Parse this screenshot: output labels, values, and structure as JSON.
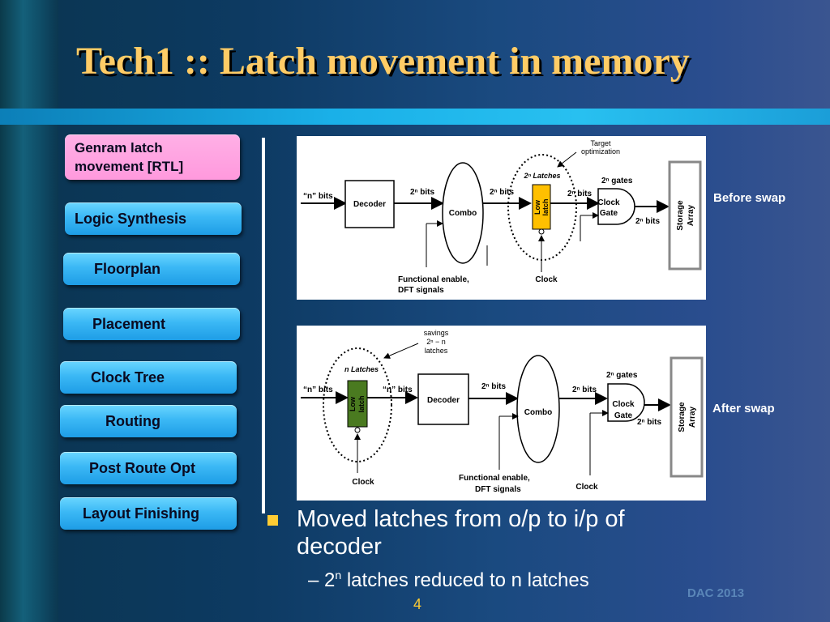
{
  "slide": {
    "title": "Tech1 :: Latch movement in memory",
    "page_number": "4",
    "footer": "DAC 2013"
  },
  "flow_steps": [
    {
      "label": "Genram latch movement [RTL]",
      "active": true
    },
    {
      "label": "Logic Synthesis",
      "active": false
    },
    {
      "label": "Floorplan",
      "active": false
    },
    {
      "label": "Placement",
      "active": false
    },
    {
      "label": "Clock Tree",
      "active": false
    },
    {
      "label": "Routing",
      "active": false
    },
    {
      "label": "Post Route Opt",
      "active": false
    },
    {
      "label": "Layout Finishing",
      "active": false
    }
  ],
  "diagram_before": {
    "side_label": "Before swap",
    "input_label": "“n”  bits",
    "decoder": "Decoder",
    "bits1": "2ⁿ  bits",
    "combo": "Combo",
    "bits2": "2ⁿ  bits",
    "latches": "2ⁿ  Latches",
    "latch_line1": "Low",
    "latch_line2": "latch",
    "bits3": "2ⁿ  bits",
    "gates": "2ⁿ  gates",
    "clock_gate_line1": "Clock",
    "clock_gate_line2": "Gate",
    "bits4": "2ⁿ  bits",
    "storage_line1": "Storage",
    "storage_line2": "Array",
    "target_line1": "Target",
    "target_line2": "optimization",
    "functional_line1": "Functional enable,",
    "functional_line2": "DFT signals",
    "clock": "Clock"
  },
  "diagram_after": {
    "side_label": "After swap",
    "savings_line1": "savings",
    "savings_line2": "2ⁿ − n",
    "savings_line3": "latches",
    "latches": "n  Latches",
    "input_label": "“n”  bits",
    "latch_line1": "Low",
    "latch_line2": "latch",
    "bits_after_latch": "“n”  bits",
    "decoder": "Decoder",
    "bits1": "2ⁿ  bits",
    "combo": "Combo",
    "bits2": "2ⁿ  bits",
    "gates": "2ⁿ  gates",
    "clock_gate_line1": "Clock",
    "clock_gate_line2": "Gate",
    "bits3": "2ⁿ  bits",
    "storage_line1": "Storage",
    "storage_line2": "Array",
    "functional_line1": "Functional enable,",
    "functional_line2": "DFT signals",
    "clock_left": "Clock",
    "clock_right": "Clock"
  },
  "bullets": {
    "main": "Moved latches from o/p to i/p of decoder",
    "sub_prefix": "–  2",
    "sub_sup": "n",
    "sub_suffix": "  latches reduced to n latches"
  },
  "colors": {
    "title": "#ffcc66",
    "active_step": "#ff99dd",
    "step": "#3bb8f5",
    "latch_before": "#ffc000",
    "latch_after": "#4a7a20",
    "bullet_marker": "#ffcc33"
  }
}
